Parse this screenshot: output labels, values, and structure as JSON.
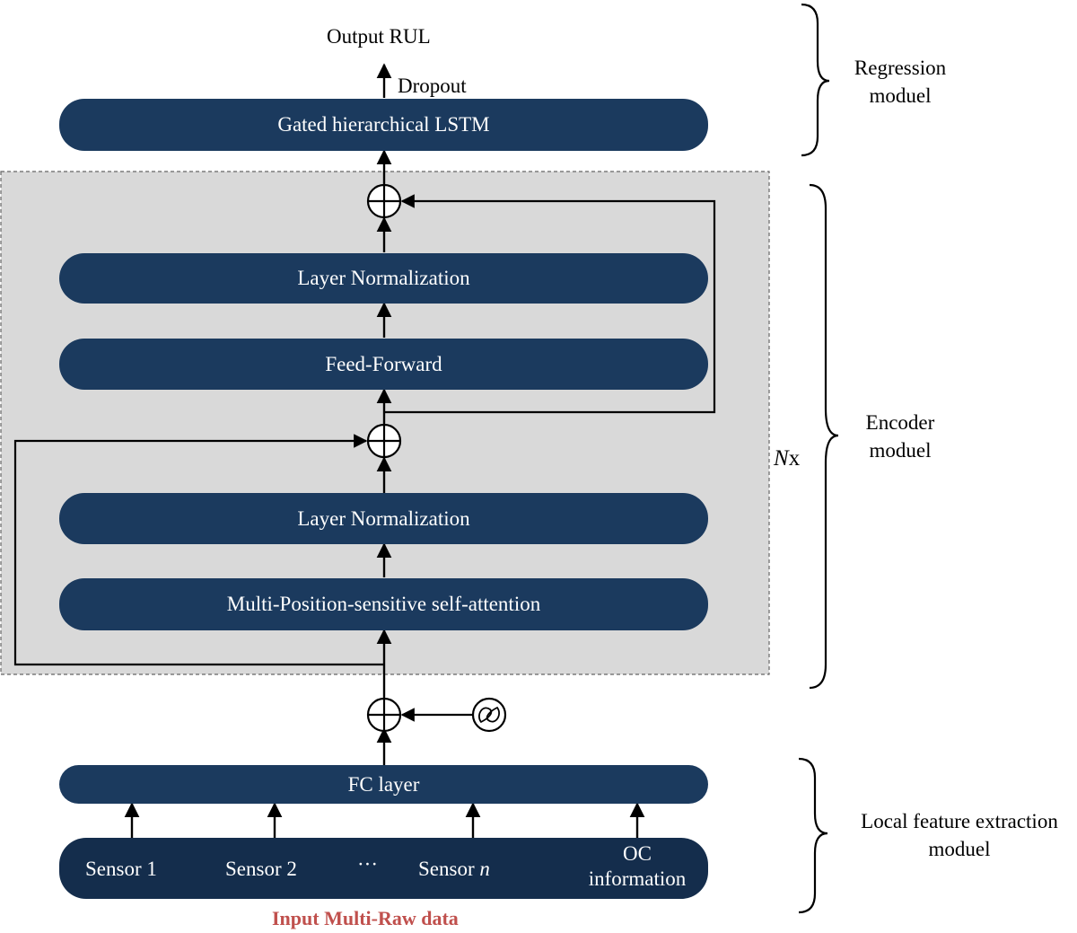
{
  "colors": {
    "block": "#1b3a5e",
    "input_block": "#142d4c",
    "encoder_bg": "#d9d9d9",
    "line": "#000000",
    "input_label": "#c0504d"
  },
  "output_label": "Output RUL",
  "dropout_label": "Dropout",
  "blocks": {
    "lstm": "Gated hierarchical LSTM",
    "layer_norm_top": "Layer Normalization",
    "feed_forward": "Feed-Forward",
    "layer_norm_bottom": "Layer Normalization",
    "attention": "Multi-Position-sensitive self-attention",
    "fc": "FC layer"
  },
  "inputs": {
    "sensor_1": "Sensor 1",
    "sensor_2": "Sensor 2",
    "ellipsis": "···",
    "sensor_n_prefix": "Sensor ",
    "sensor_n_var": "n",
    "oc_line1": "OC",
    "oc_line2": "information"
  },
  "input_caption": "Input Multi-Raw data",
  "repeat_var": "N",
  "repeat_suffix": "x",
  "modules": {
    "regression_line1": "Regression",
    "regression_line2": "moduel",
    "encoder_line1": "Encoder",
    "encoder_line2": "moduel",
    "local_line1": "Local feature extraction",
    "local_line2": "moduel"
  },
  "icons": {
    "add": "circle-plus-icon",
    "positional_encoding": "positional-encoding-icon"
  }
}
